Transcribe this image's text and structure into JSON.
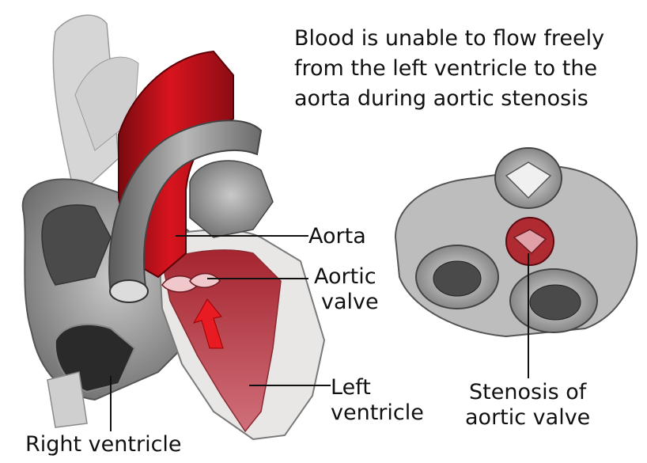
{
  "caption": {
    "lines": [
      "Blood is unable to flow freely",
      "from the left ventricle to the",
      "aorta during aortic stenosis"
    ]
  },
  "labels": {
    "aorta": "Aorta",
    "aortic_valve": [
      "Aortic",
      "valve"
    ],
    "left_ventricle": [
      "Left",
      "ventricle"
    ],
    "right_ventricle": "Right ventricle",
    "stenosis": [
      "Stenosis of",
      "aortic valve"
    ]
  },
  "colors": {
    "blood_red": "#c8141c",
    "tissue_gray": "#8a8a8a",
    "muscle_red": "#b8484e",
    "valve_red": "#b02a32"
  },
  "icons": {
    "flow_arrow": "up-arrow-icon"
  }
}
